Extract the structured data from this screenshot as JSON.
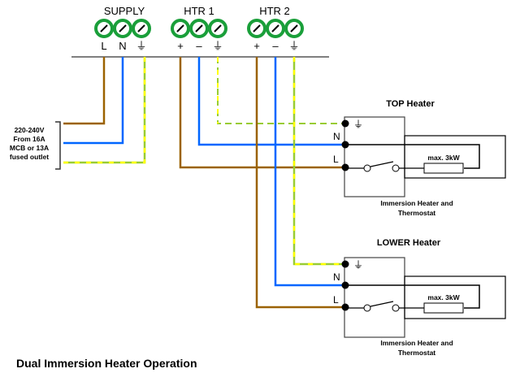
{
  "title": "Dual Immersion Heater Operation",
  "terminal_blocks": [
    {
      "name": "SUPPLY",
      "terminals": [
        "L",
        "N",
        "⏚"
      ]
    },
    {
      "name": "HTR 1",
      "terminals": [
        "+",
        "–",
        "⏚"
      ]
    },
    {
      "name": "HTR 2",
      "terminals": [
        "+",
        "–",
        "⏚"
      ]
    }
  ],
  "supply_note": [
    "220-240V",
    "From 16A",
    "MCB or 13A",
    "fused outlet"
  ],
  "heaters": [
    {
      "title": "TOP Heater",
      "n_label": "N",
      "l_label": "L",
      "earth_symbol": "⏚",
      "element_label": "max. 3kW",
      "caption": [
        "Immersion Heater and",
        "Thermostat"
      ]
    },
    {
      "title": "LOWER Heater",
      "n_label": "N",
      "l_label": "L",
      "earth_symbol": "⏚",
      "element_label": "max. 3kW",
      "caption": [
        "Immersion Heater and",
        "Thermostat"
      ]
    }
  ],
  "colors": {
    "live": "#9b6200",
    "neutral": "#0066ff",
    "earth_green": "#99cc33",
    "earth_yellow": "#ffff00",
    "terminal_green": "#1a9f3a"
  }
}
